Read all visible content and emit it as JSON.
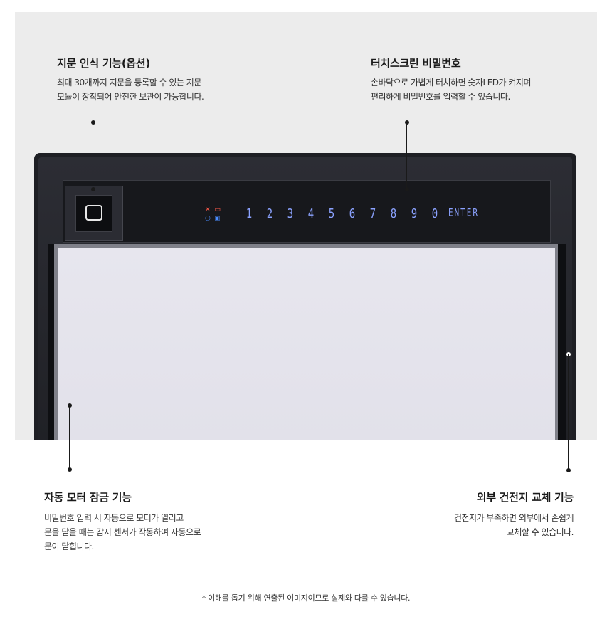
{
  "features": {
    "fingerprint": {
      "title": "지문 인식 기능(옵션)",
      "desc": [
        "최대 30개까지 지문을 등록할 수 있는 지문",
        "모듈이 장착되어 안전한 보관이 가능합니다."
      ]
    },
    "touchscreen": {
      "title": "터치스크린 비밀번호",
      "desc": [
        "손바닥으로 가볍게 터치하면 숫자LED가 켜지며",
        "편리하게 비밀번호를 입력할 수 있습니다."
      ]
    },
    "motor_lock": {
      "title": "자동 모터 잠금 기능",
      "desc": [
        "비밀번호 입력 시 자동으로 모터가 열리고",
        "문을 닫을 때는 감지 센서가 작동하여 자동으로",
        "문이 닫힙니다."
      ]
    },
    "battery": {
      "title": "외부 건전지 교체 기능",
      "desc": [
        "건전지가 부족하면 외부에서 손쉽게",
        "교체할 수 있습니다."
      ]
    }
  },
  "keypad": {
    "status_x": "✕",
    "status_battery": "▭",
    "status_o": "○",
    "status_lock": "🔒",
    "keys": [
      "1",
      "2",
      "3",
      "4",
      "5",
      "6",
      "7",
      "8",
      "9",
      "0"
    ],
    "enter": "ENTER"
  },
  "footnote": "* 이해를 돕기 위해 연출된 이미지이므로 실제와 다를 수 있습니다.",
  "colors": {
    "panel": "#ececec",
    "frame": "#1e1f24",
    "key_led": "#8ba2ff",
    "status_red": "#ff5a4a",
    "status_blue": "#4a8cff"
  }
}
